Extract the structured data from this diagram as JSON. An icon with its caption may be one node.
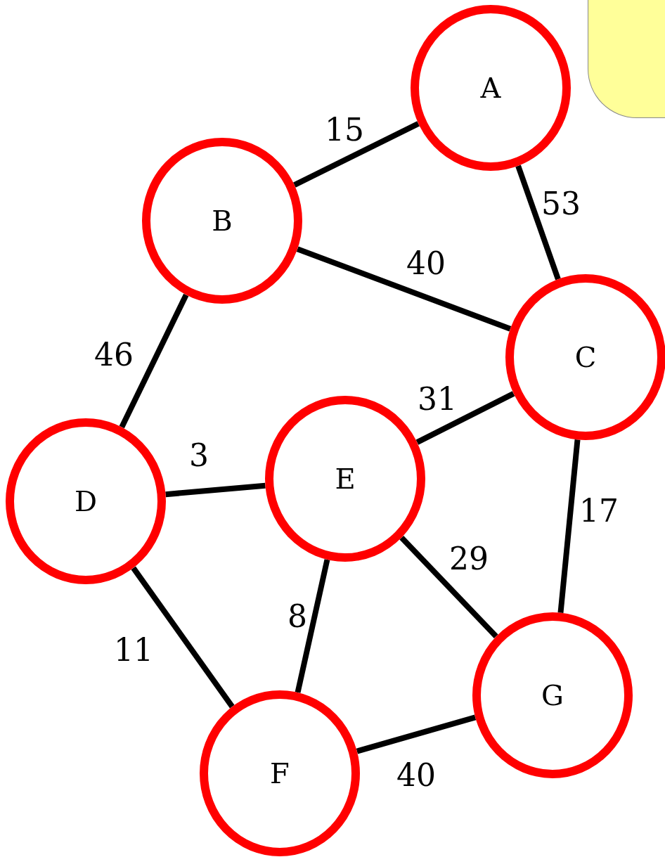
{
  "diagram": {
    "nodes": [
      {
        "text": [
          "A"
        ]
      },
      {
        "text": [
          "B"
        ]
      },
      {
        "text": [
          "C"
        ]
      },
      {
        "text": [
          "D"
        ]
      },
      {
        "text": [
          "E"
        ]
      },
      {
        "text": [
          "F"
        ]
      },
      {
        "text": [
          "G"
        ]
      },
      {
        "text": [],
        "shape": "box"
      }
    ],
    "edges": [
      {
        "from": 0,
        "to": 1,
        "arrow": "none",
        "label": "15"
      },
      {
        "from": 0,
        "to": 2,
        "arrow": "none",
        "label": "53"
      },
      {
        "from": 1,
        "to": 2,
        "arrow": "none",
        "label": "40"
      },
      {
        "from": 1,
        "to": 3,
        "arrow": "none",
        "label": "46"
      },
      {
        "from": 2,
        "to": 4,
        "arrow": "none",
        "label": "31"
      },
      {
        "from": 2,
        "to": 6,
        "arrow": "none",
        "label": "17"
      },
      {
        "from": 3,
        "to": 4,
        "arrow": "none",
        "label": "3"
      },
      {
        "from": 3,
        "to": 5,
        "arrow": "none",
        "label": "11"
      },
      {
        "from": 4,
        "to": 5,
        "arrow": "none",
        "label": "8"
      },
      {
        "from": 4,
        "to": 6,
        "arrow": "none",
        "label": "29"
      },
      {
        "from": 5,
        "to": 6,
        "arrow": "none",
        "label": "40"
      }
    ]
  }
}
